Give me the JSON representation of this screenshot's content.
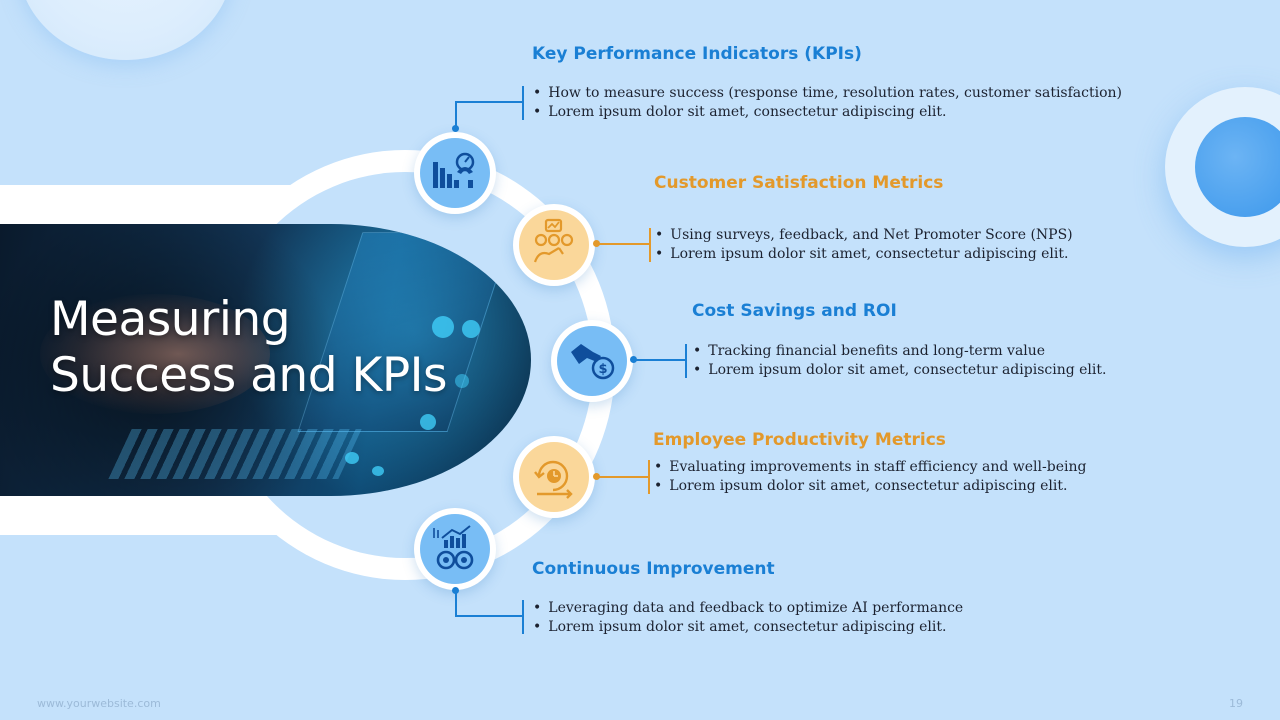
{
  "slide": {
    "title_line1": "Measuring",
    "title_line2": "Success and KPIs"
  },
  "sections": [
    {
      "title": "Key Performance Indicators (KPIs)",
      "bullets": [
        "How to measure success (response time, resolution rates, customer satisfaction)",
        "Lorem ipsum dolor sit amet, consectetur adipiscing elit."
      ],
      "icon": "kpi-dashboard-icon",
      "accent": "#1a7fd4"
    },
    {
      "title": "Customer Satisfaction Metrics",
      "bullets": [
        "Using surveys, feedback, and Net Promoter Score (NPS)",
        "Lorem ipsum dolor sit amet, consectetur adipiscing elit."
      ],
      "icon": "customer-feedback-icon",
      "accent": "#e3992b"
    },
    {
      "title": "Cost Savings and ROI",
      "bullets": [
        "Tracking financial benefits and long-term value",
        "Lorem ipsum dolor sit amet, consectetur adipiscing elit."
      ],
      "icon": "money-hand-icon",
      "accent": "#1a7fd4"
    },
    {
      "title": "Employee Productivity Metrics",
      "bullets": [
        "Evaluating improvements in staff efficiency and well-being",
        "Lorem ipsum dolor sit amet, consectetur adipiscing elit."
      ],
      "icon": "time-productivity-icon",
      "accent": "#e3992b"
    },
    {
      "title": "Continuous Improvement",
      "bullets": [
        "Leveraging data and feedback to optimize AI performance",
        "Lorem ipsum dolor sit amet, consectetur adipiscing elit."
      ],
      "icon": "gears-growth-icon",
      "accent": "#1a7fd4"
    }
  ],
  "footer": {
    "website": "www.yourwebsite.com",
    "page_number": "19"
  },
  "colors": {
    "background": "#c4e1fb",
    "blue_accent": "#1a7fd4",
    "orange_accent": "#e3992b",
    "icon_blue": "#78bdf5",
    "icon_orange": "#fad79a"
  }
}
